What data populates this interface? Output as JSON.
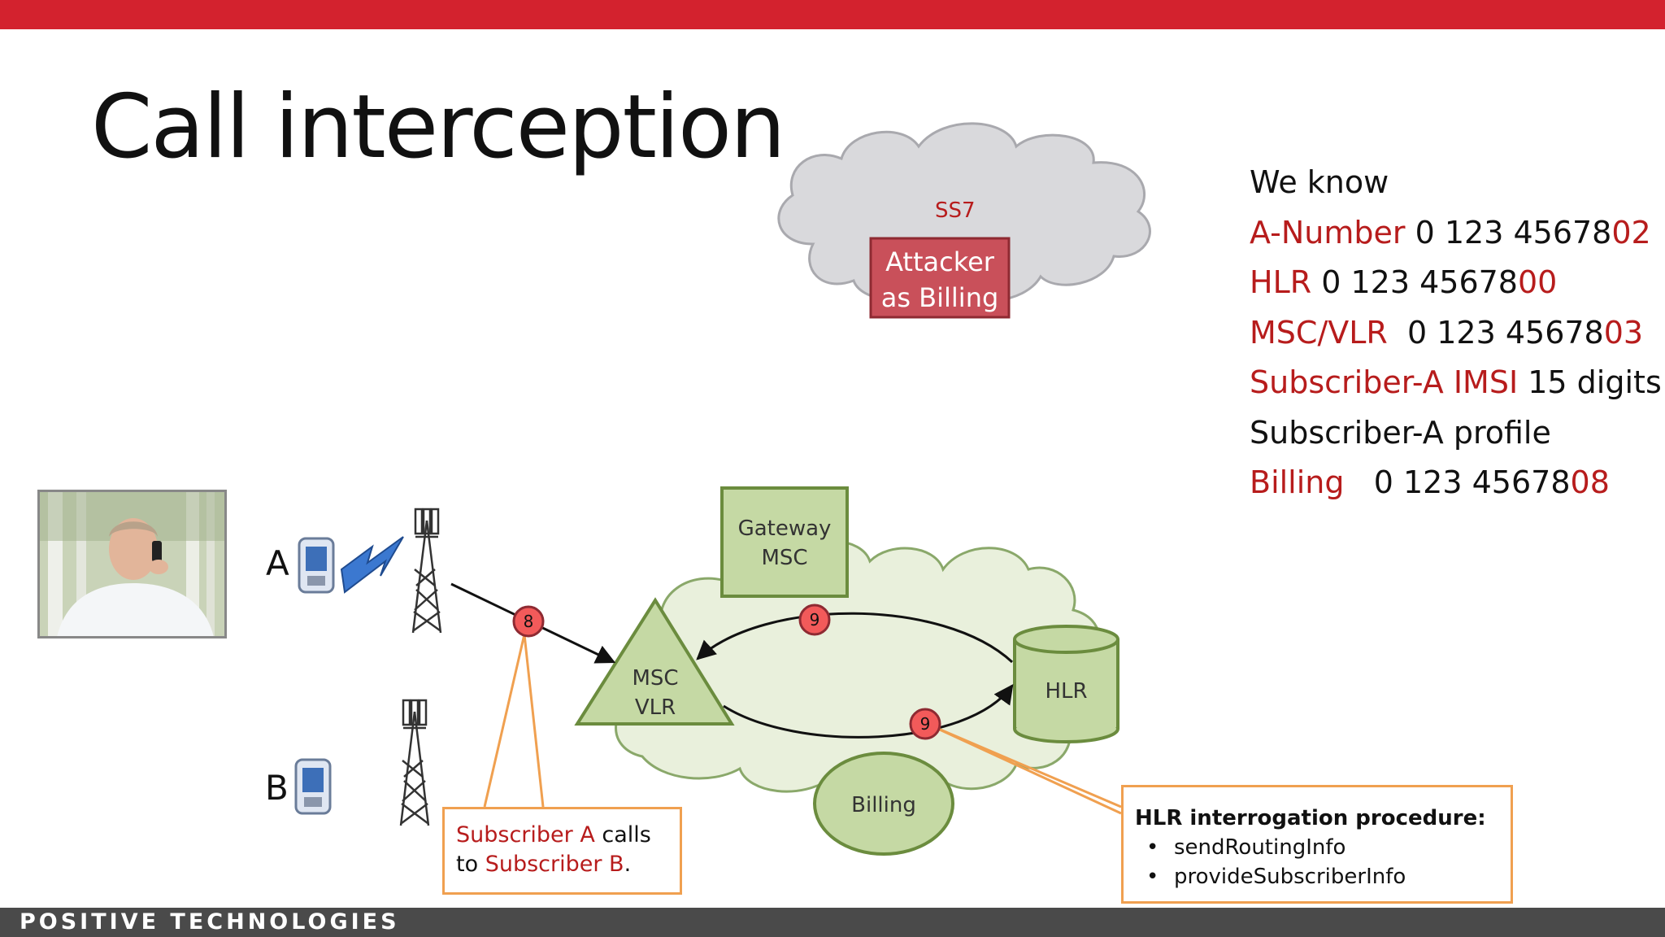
{
  "slide": {
    "title": "Call interception",
    "footer_brand": "POSITIVE TECHNOLOGIES"
  },
  "facts": {
    "heading": "We know",
    "rows": [
      {
        "label": "A-Number",
        "value_prefix": " 0 123 45678",
        "value_suffix": "02"
      },
      {
        "label": "HLR",
        "value_prefix": " 0 123 45678",
        "value_suffix": "00"
      },
      {
        "label": "MSC/VLR",
        "value_prefix": "  0 123 45678",
        "value_suffix": "03"
      },
      {
        "label": "Subscriber-A IMSI",
        "value_prefix": " 15 digits",
        "value_suffix": ""
      },
      {
        "label": "",
        "value_prefix": "Subscriber-A profile",
        "value_suffix": ""
      },
      {
        "label": "Billing",
        "value_prefix": "   0 123 45678",
        "value_suffix": "08"
      }
    ]
  },
  "diagram": {
    "ss7_label": "SS7",
    "attacker_line1": "Attacker",
    "attacker_line2": "as Billing",
    "subscriber_a": "A",
    "subscriber_b": "B",
    "gateway_line1": "Gateway",
    "gateway_line2": "MSC",
    "msc_line1": "MSC",
    "msc_line2": "VLR",
    "hlr": "HLR",
    "billing": "Billing",
    "step_8": "8",
    "step_9a": "9",
    "step_9b": "9"
  },
  "callout_a": {
    "part1": "Subscriber A",
    "part2": " calls to ",
    "part3": "Subscriber B",
    "part4": "."
  },
  "callout_hlr": {
    "heading": "HLR interrogation procedure:",
    "items": [
      "sendRoutingInfo",
      "provideSubscriberInfo"
    ]
  },
  "colors": {
    "accent_red": "#d3222e",
    "text_red": "#b71c1c",
    "node_green": "#c5d9a4",
    "node_border": "#6b8c3e",
    "callout_orange": "#f0a050",
    "step_circle": "#f25a5a"
  }
}
